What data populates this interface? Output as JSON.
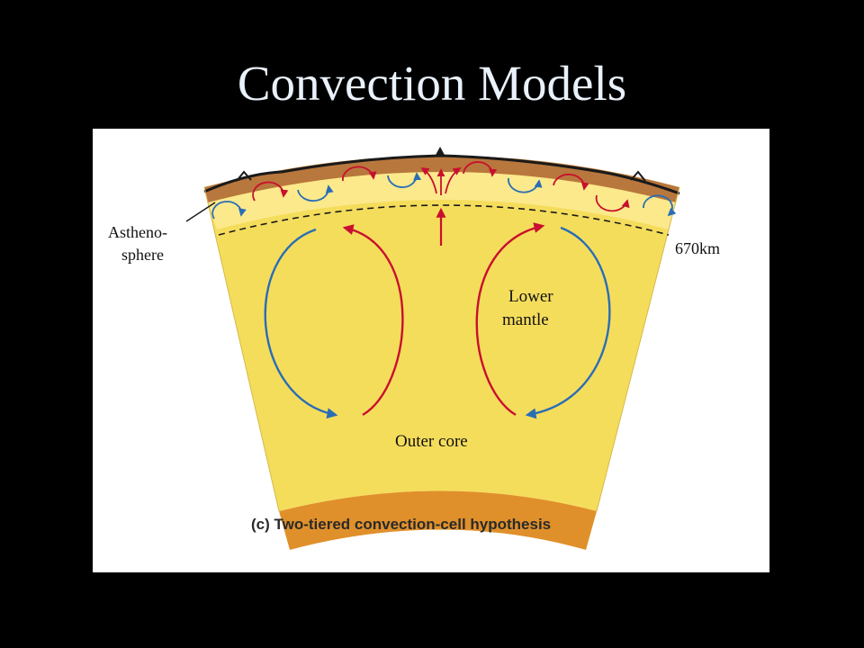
{
  "slide": {
    "title": "Convection Models"
  },
  "figure": {
    "labels": {
      "asthenosphere_line1": "Astheno-",
      "asthenosphere_line2": "sphere",
      "depth_670": "670km",
      "lower_mantle_line1": "Lower",
      "lower_mantle_line2": "mantle",
      "outer_core": "Outer core"
    },
    "caption": "(c) Two-tiered convection-cell hypothesis"
  },
  "colors": {
    "background": "#000000",
    "title": "#e9f1fb",
    "panel": "#ffffff",
    "mantle": "#f5dd5c",
    "asthenosphere": "#fbe98c",
    "lithosphere": "#b8773d",
    "outer_core": "#e0902a",
    "hot_flow": "#c8102e",
    "cold_flow": "#2a6db5"
  }
}
